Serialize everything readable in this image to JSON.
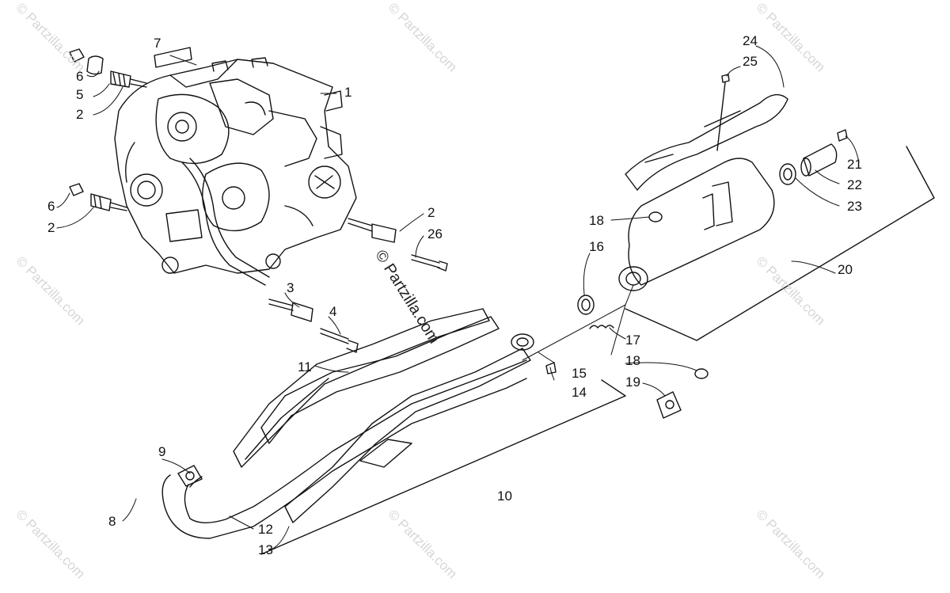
{
  "watermark": "© Partzilla.com",
  "callouts": {
    "c1": "1",
    "c2a": "2",
    "c2b": "2",
    "c2c": "2",
    "c3": "3",
    "c4": "4",
    "c5": "5",
    "c6a": "6",
    "c6b": "6",
    "c7": "7",
    "c8": "8",
    "c9": "9",
    "c10": "10",
    "c11": "11",
    "c12": "12",
    "c13": "13",
    "c14": "14",
    "c15": "15",
    "c16": "16",
    "c17": "17",
    "c18a": "18",
    "c18b": "18",
    "c19": "19",
    "c20": "20",
    "c21": "21",
    "c22": "22",
    "c23": "23",
    "c24": "24",
    "c25": "25",
    "c26": "26"
  },
  "colors": {
    "line": "#111111",
    "watermark": "#d6d6d6"
  }
}
